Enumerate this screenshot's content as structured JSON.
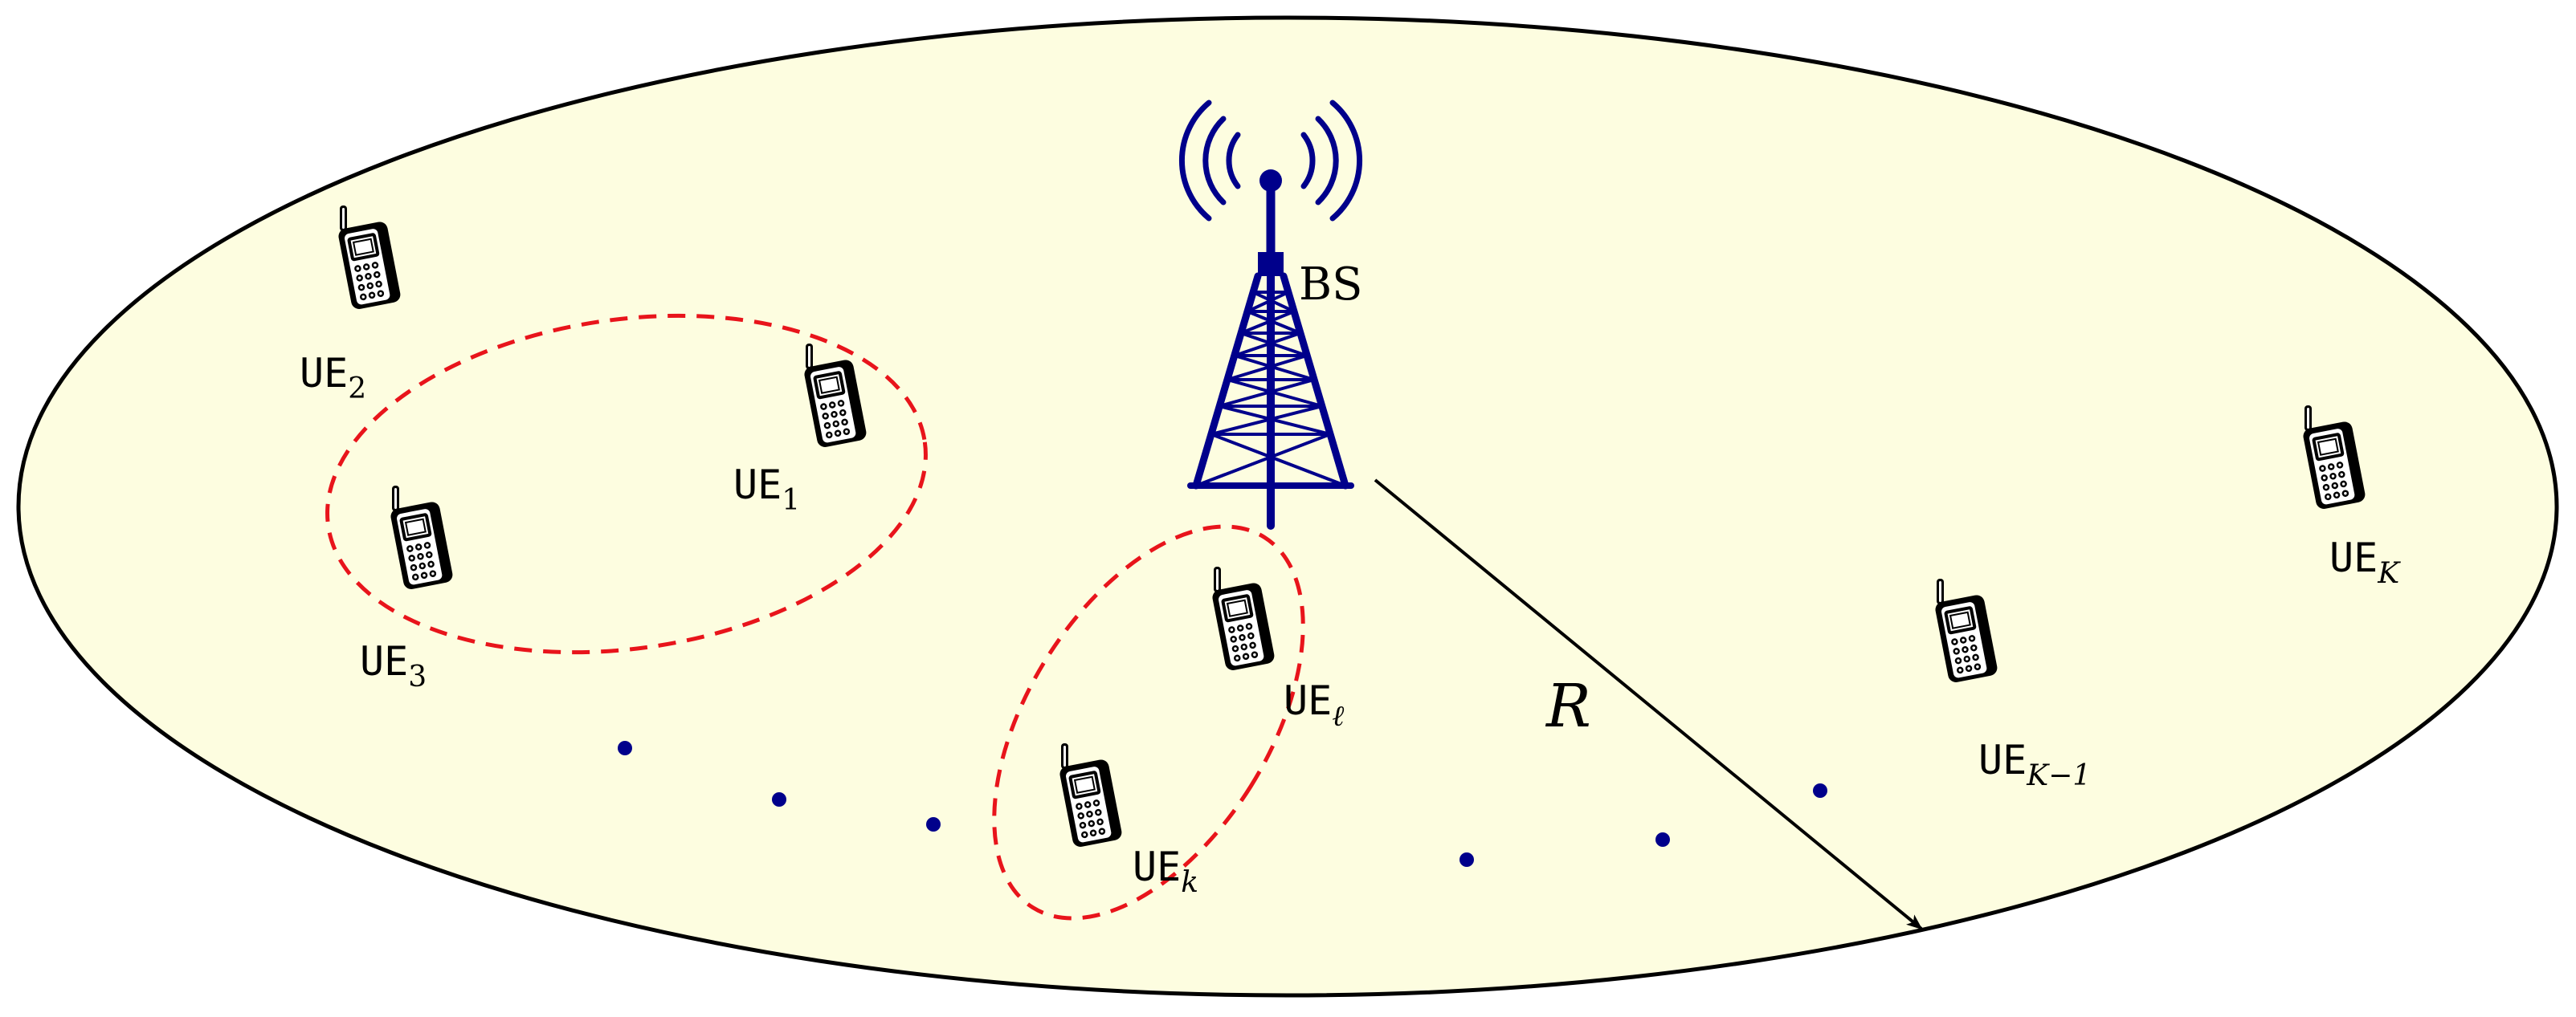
{
  "colors": {
    "cell_fill": "#fdfde0",
    "cell_stroke": "#000000",
    "tower": "#00008b",
    "cluster": "#e8141b",
    "dots": "#00008b",
    "phone": "#000000"
  },
  "base_station": {
    "label": "BS"
  },
  "radius": {
    "label": "R"
  },
  "users": [
    {
      "id": "ue-2",
      "prefix": "UE",
      "sub": "2",
      "sub_italic": false
    },
    {
      "id": "ue-1",
      "prefix": "UE",
      "sub": "1",
      "sub_italic": false
    },
    {
      "id": "ue-3",
      "prefix": "UE",
      "sub": "3",
      "sub_italic": false
    },
    {
      "id": "ue-l",
      "prefix": "UE",
      "sub": "ℓ",
      "sub_italic": true
    },
    {
      "id": "ue-k",
      "prefix": "UE",
      "sub": "k",
      "sub_italic": true
    },
    {
      "id": "ue-km1",
      "prefix": "UE",
      "sub": "K−1",
      "sub_italic": true
    },
    {
      "id": "ue-K",
      "prefix": "UE",
      "sub": "K",
      "sub_italic": true
    }
  ],
  "icons": {
    "phone": "mobile-phone-icon",
    "tower": "cell-tower-icon"
  }
}
